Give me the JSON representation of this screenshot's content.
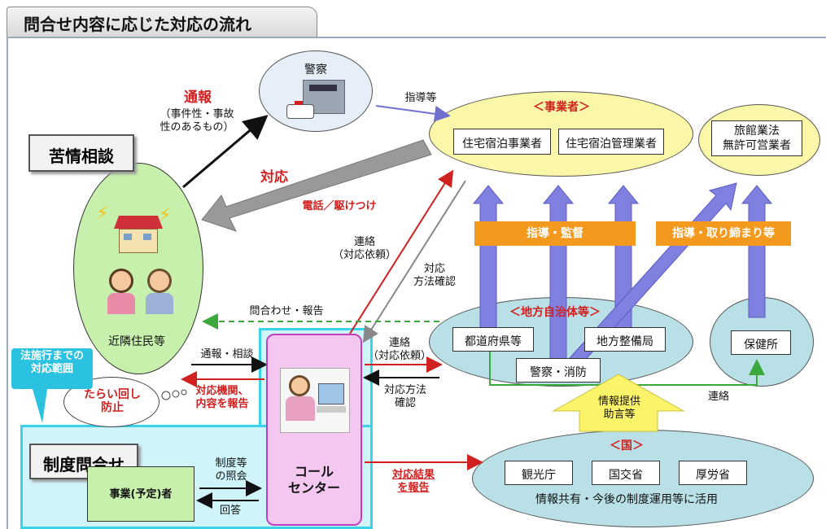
{
  "title": "問合せ内容に応じた対応の流れ",
  "complaint": {
    "heading": "苦情相談",
    "residents": "近隣住民等"
  },
  "police": {
    "label": "警察"
  },
  "report_label": "通報",
  "report_note": "（事件性・事故\n性のあるもの）",
  "guidance_label": "指導等",
  "response_label": "対応",
  "phone_rush": "電話／駆けつけ",
  "operators": {
    "title": "＜事業者＞",
    "box1": "住宅宿泊事業者",
    "box2": "住宅宿泊管理業者"
  },
  "unlicensed": {
    "line1": "旅館業法",
    "line2": "無許可営業者"
  },
  "bars": {
    "guidance_supervision": "指導・監督",
    "guidance_enforcement": "指導・取り締まり等"
  },
  "contact_request": "連絡\n（対応依頼）",
  "method_confirm": "対応\n方法確認",
  "inquiry_report": "問合わせ・報告",
  "local_gov": {
    "title": "＜地方自治体等＞",
    "prefecture": "都道府県等",
    "bureau": "地方整備局",
    "police_fire": "警察・消防",
    "health_center": "保健所"
  },
  "report_consult": "通報・相談",
  "contact_request2": "連絡\n（対応依頼）",
  "notify_agency": "対応機関、\n内容を報告",
  "method_confirm2": "対応方法\n確認",
  "renraku": "連絡",
  "prevent": "たらい回し\n防止",
  "scope_before_law": "法施行までの\n対応範囲",
  "info_advice": "情報提供\n助言等",
  "system_inquiry": {
    "heading": "制度問合せ",
    "business": "事業(予定)者",
    "inquiry": "制度等\nの照会",
    "answer": "回答"
  },
  "call_center": "コール\nセンター",
  "result_report": "対応結果\nを報告",
  "national": {
    "title": "＜国＞",
    "tourism": "観光庁",
    "mlit": "国交省",
    "mhlw": "厚労省",
    "share": "情報共有・今後の制度運用等に活用"
  }
}
